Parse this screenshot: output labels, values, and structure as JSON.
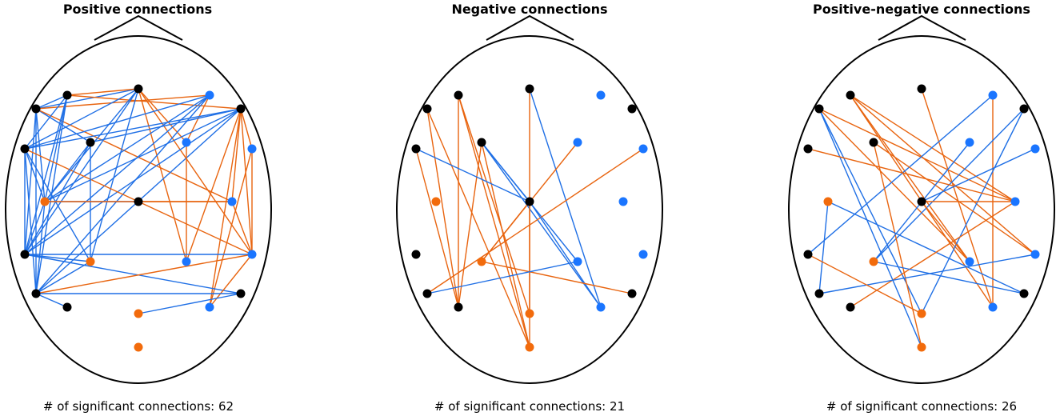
{
  "colors": {
    "positive_edge": "#1f6fe5",
    "negative_edge": "#e8640f",
    "node_black": "#000000",
    "node_blue": "#1a75ff",
    "node_orange": "#f26b0c",
    "head_outline": "#000000"
  },
  "nodes": [
    {
      "id": "n1",
      "color": "black"
    },
    {
      "id": "n2",
      "color": "black"
    },
    {
      "id": "n3",
      "color": "black"
    },
    {
      "id": "n4",
      "color": "blue"
    },
    {
      "id": "n5",
      "color": "black"
    },
    {
      "id": "n6",
      "color": "black"
    },
    {
      "id": "n7",
      "color": "black"
    },
    {
      "id": "n8",
      "color": "blue"
    },
    {
      "id": "n9",
      "color": "blue"
    },
    {
      "id": "n10",
      "color": "orange"
    },
    {
      "id": "n11",
      "color": "black"
    },
    {
      "id": "n12",
      "color": "blue"
    },
    {
      "id": "n13",
      "color": "black"
    },
    {
      "id": "n14",
      "color": "orange"
    },
    {
      "id": "n15",
      "color": "blue"
    },
    {
      "id": "n16",
      "color": "blue"
    },
    {
      "id": "n17",
      "color": "black"
    },
    {
      "id": "n18",
      "color": "black"
    },
    {
      "id": "n19",
      "color": "orange"
    },
    {
      "id": "n20",
      "color": "blue"
    },
    {
      "id": "n21",
      "color": "black"
    },
    {
      "id": "n22",
      "color": "orange"
    }
  ],
  "panels": [
    {
      "title": "Positive connections",
      "count_label": "# of significant connections: 62",
      "edges": [
        [
          "n1",
          "n2",
          "pos"
        ],
        [
          "n1",
          "n7",
          "pos"
        ],
        [
          "n1",
          "n10",
          "pos"
        ],
        [
          "n1",
          "n13",
          "pos"
        ],
        [
          "n1",
          "n17",
          "pos"
        ],
        [
          "n1",
          "n3",
          "pos"
        ],
        [
          "n1",
          "n4",
          "neg"
        ],
        [
          "n1",
          "n12",
          "neg"
        ],
        [
          "n2",
          "n6",
          "pos"
        ],
        [
          "n2",
          "n10",
          "pos"
        ],
        [
          "n2",
          "n13",
          "pos"
        ],
        [
          "n2",
          "n17",
          "pos"
        ],
        [
          "n2",
          "n3",
          "neg"
        ],
        [
          "n2",
          "n5",
          "neg"
        ],
        [
          "n3",
          "n6",
          "pos"
        ],
        [
          "n3",
          "n10",
          "pos"
        ],
        [
          "n3",
          "n13",
          "pos"
        ],
        [
          "n3",
          "n14",
          "pos"
        ],
        [
          "n3",
          "n8",
          "neg"
        ],
        [
          "n3",
          "n15",
          "neg"
        ],
        [
          "n3",
          "n16",
          "neg"
        ],
        [
          "n4",
          "n10",
          "pos"
        ],
        [
          "n4",
          "n13",
          "pos"
        ],
        [
          "n4",
          "n17",
          "pos"
        ],
        [
          "n4",
          "n6",
          "pos"
        ],
        [
          "n4",
          "n8",
          "neg"
        ],
        [
          "n5",
          "n6",
          "pos"
        ],
        [
          "n5",
          "n10",
          "pos"
        ],
        [
          "n5",
          "n13",
          "pos"
        ],
        [
          "n5",
          "n17",
          "pos"
        ],
        [
          "n5",
          "n7",
          "pos"
        ],
        [
          "n5",
          "n9",
          "neg"
        ],
        [
          "n5",
          "n12",
          "neg"
        ],
        [
          "n5",
          "n15",
          "neg"
        ],
        [
          "n5",
          "n16",
          "neg"
        ],
        [
          "n5",
          "n20",
          "neg"
        ],
        [
          "n6",
          "n10",
          "pos"
        ],
        [
          "n6",
          "n13",
          "pos"
        ],
        [
          "n6",
          "n14",
          "pos"
        ],
        [
          "n6",
          "n17",
          "pos"
        ],
        [
          "n6",
          "n16",
          "neg"
        ],
        [
          "n7",
          "n10",
          "pos"
        ],
        [
          "n7",
          "n13",
          "pos"
        ],
        [
          "n7",
          "n14",
          "pos"
        ],
        [
          "n8",
          "n15",
          "neg"
        ],
        [
          "n9",
          "n20",
          "neg"
        ],
        [
          "n10",
          "n11",
          "pos"
        ],
        [
          "n10",
          "n12",
          "neg"
        ],
        [
          "n10",
          "n13",
          "pos"
        ],
        [
          "n10",
          "n17",
          "pos"
        ],
        [
          "n11",
          "n12",
          "neg"
        ],
        [
          "n13",
          "n14",
          "pos"
        ],
        [
          "n13",
          "n21",
          "pos"
        ],
        [
          "n13",
          "n16",
          "pos"
        ],
        [
          "n14",
          "n17",
          "pos"
        ],
        [
          "n16",
          "n17",
          "neg"
        ],
        [
          "n16",
          "n20",
          "neg"
        ],
        [
          "n17",
          "n18",
          "pos"
        ],
        [
          "n17",
          "n21",
          "pos"
        ],
        [
          "n19",
          "n21",
          "pos"
        ],
        [
          "n12",
          "n16",
          "neg"
        ],
        [
          "n9",
          "n16",
          "neg"
        ]
      ]
    },
    {
      "title": "Negative connections",
      "count_label": "# of significant connections: 21",
      "edges": [
        [
          "n1",
          "n22",
          "neg"
        ],
        [
          "n1",
          "n18",
          "neg"
        ],
        [
          "n2",
          "n18",
          "neg"
        ],
        [
          "n2",
          "n22",
          "neg"
        ],
        [
          "n2",
          "n19",
          "neg"
        ],
        [
          "n3",
          "n19",
          "neg"
        ],
        [
          "n3",
          "n20",
          "pos"
        ],
        [
          "n7",
          "n15",
          "pos"
        ],
        [
          "n7",
          "n11",
          "pos"
        ],
        [
          "n7",
          "n18",
          "neg"
        ],
        [
          "n7",
          "n22",
          "neg"
        ],
        [
          "n7",
          "n20",
          "pos"
        ],
        [
          "n6",
          "n11",
          "pos"
        ],
        [
          "n6",
          "n18",
          "neg"
        ],
        [
          "n8",
          "n14",
          "neg"
        ],
        [
          "n9",
          "n17",
          "neg"
        ],
        [
          "n11",
          "n20",
          "pos"
        ],
        [
          "n11",
          "n22",
          "neg"
        ],
        [
          "n14",
          "n21",
          "neg"
        ],
        [
          "n15",
          "n17",
          "pos"
        ],
        [
          "n11",
          "n14",
          "neg"
        ]
      ]
    },
    {
      "title": "Positive-negative connections",
      "count_label": "# of significant connections: 26",
      "edges": [
        [
          "n2",
          "n12",
          "neg"
        ],
        [
          "n2",
          "n16",
          "neg"
        ],
        [
          "n2",
          "n15",
          "neg"
        ],
        [
          "n2",
          "n20",
          "neg"
        ],
        [
          "n1",
          "n12",
          "neg"
        ],
        [
          "n1",
          "n15",
          "neg"
        ],
        [
          "n1",
          "n19",
          "pos"
        ],
        [
          "n1",
          "n22",
          "pos"
        ],
        [
          "n3",
          "n20",
          "neg"
        ],
        [
          "n4",
          "n20",
          "neg"
        ],
        [
          "n4",
          "n13",
          "pos"
        ],
        [
          "n5",
          "n14",
          "pos"
        ],
        [
          "n5",
          "n19",
          "pos"
        ],
        [
          "n6",
          "n12",
          "neg"
        ],
        [
          "n7",
          "n16",
          "neg"
        ],
        [
          "n7",
          "n22",
          "neg"
        ],
        [
          "n8",
          "n14",
          "pos"
        ],
        [
          "n9",
          "n11",
          "pos"
        ],
        [
          "n10",
          "n17",
          "pos"
        ],
        [
          "n10",
          "n21",
          "pos"
        ],
        [
          "n11",
          "n15",
          "neg"
        ],
        [
          "n11",
          "n12",
          "neg"
        ],
        [
          "n12",
          "n18",
          "neg"
        ],
        [
          "n14",
          "n21",
          "pos"
        ],
        [
          "n16",
          "n17",
          "pos"
        ],
        [
          "n13",
          "n19",
          "neg"
        ]
      ]
    }
  ]
}
